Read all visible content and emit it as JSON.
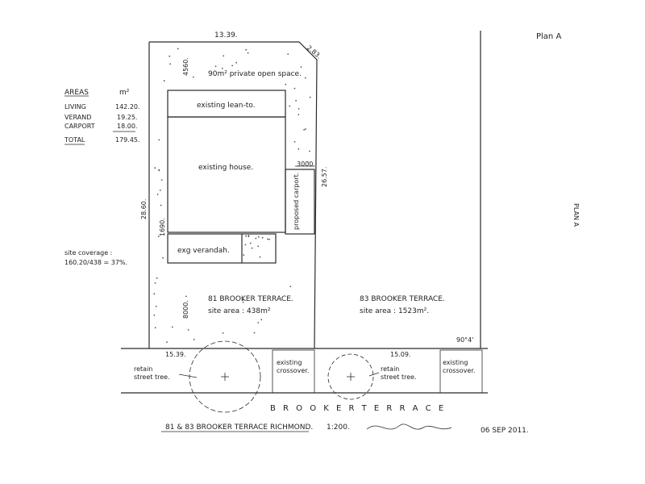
{
  "plan_label": "Plan A",
  "plan_label_rotated": "PLAN A",
  "areas": {
    "heading": "AREAS",
    "unit": "m²",
    "rows": [
      {
        "label": "LIVING",
        "value": "142.20."
      },
      {
        "label": "VERAND",
        "value": "19.25."
      },
      {
        "label": "CARPORT",
        "value": "18.00."
      },
      {
        "label": "TOTAL",
        "value": "179.45."
      }
    ]
  },
  "site_coverage": {
    "line1": "site coverage :",
    "line2": "160.20/438 = 37%."
  },
  "dimensions": {
    "top": "13.39.",
    "corner": "2.83.",
    "left_side": "28.60.",
    "right_side": "26.57.",
    "rear_setback": "4560.",
    "side_setback": "1690.",
    "carport_width": "3000.",
    "front_setback": "8000.",
    "frontage_81": "15.39.",
    "frontage_83": "15.09.",
    "angle": "90°4'"
  },
  "labels": {
    "open_space": "90m² private open space.",
    "lean_to": "existing lean-to.",
    "house": "existing house.",
    "carport": "proposed carport.",
    "verandah": "exg verandah.",
    "lot81_name": "81 BROOKER TERRACE.",
    "lot81_area": "site area : 438m²",
    "lot83_name": "83 BROOKER TERRACE.",
    "lot83_area": "site area : 1523m².",
    "retain_tree_1a": "retain",
    "retain_tree_1b": "street tree.",
    "retain_tree_2a": "retain",
    "retain_tree_2b": "street tree.",
    "crossover_1a": "existing",
    "crossover_1b": "crossover.",
    "crossover_2a": "existing",
    "crossover_2b": "crossover.",
    "street": "B R O O K E R   T E R R A C E"
  },
  "title_block": {
    "title": "81 & 83 BROOKER TERRACE RICHMOND.",
    "scale": "1:200.",
    "signature": "lwayn",
    "date": "06 SEP 2011."
  }
}
